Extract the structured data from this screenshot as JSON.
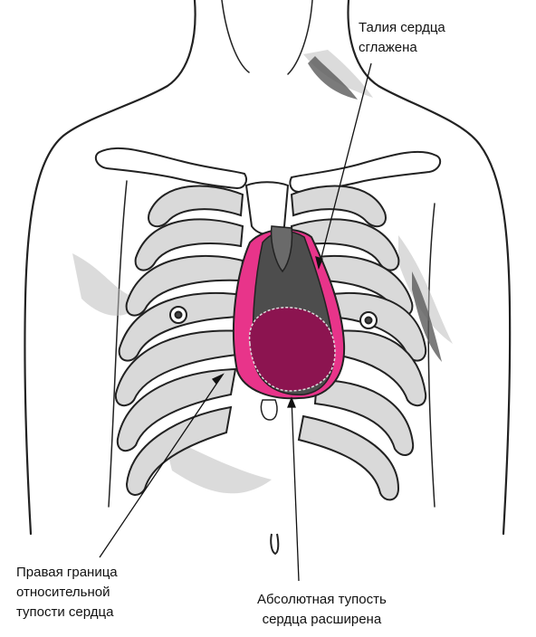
{
  "labels": {
    "waist": [
      "Талия сердца",
      "сглажена"
    ],
    "right_border": [
      "Правая граница",
      "относительной",
      "тупости сердца"
    ],
    "absolute_dullness": [
      "Абсолютная тупость",
      "сердца расширена"
    ]
  },
  "colors": {
    "relative_dullness": "#e8348a",
    "absolute_dullness": "#8c1450",
    "heart_shadow": "#4d4d4d",
    "ink": "#111111"
  }
}
